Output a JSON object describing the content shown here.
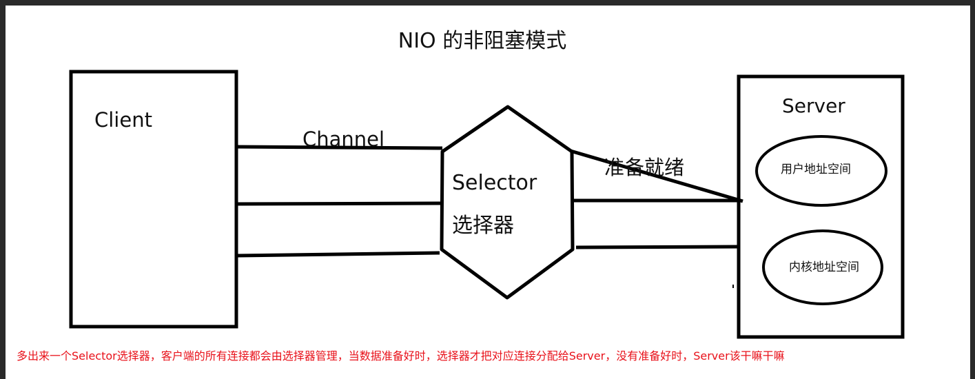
{
  "diagram": {
    "title": "NIO 的非阻塞模式",
    "client": {
      "label": "Client"
    },
    "channel": {
      "label": "Channel"
    },
    "selector": {
      "label": "Selector",
      "label_cn": "选择器"
    },
    "ready": {
      "label": "准备就绪"
    },
    "server": {
      "label": "Server",
      "user_space": "用户地址空间",
      "kernel_space": "内核地址空间"
    },
    "note": "多出来一个Selector选择器，客户端的所有连接都会由选择器管理，当数据准备好时，选择器才把对应连接分配给Server，没有准备好时，Server该干嘛干嘛"
  },
  "colors": {
    "stroke": "#000000",
    "note_text": "#e8111a",
    "background": "#ffffff"
  }
}
